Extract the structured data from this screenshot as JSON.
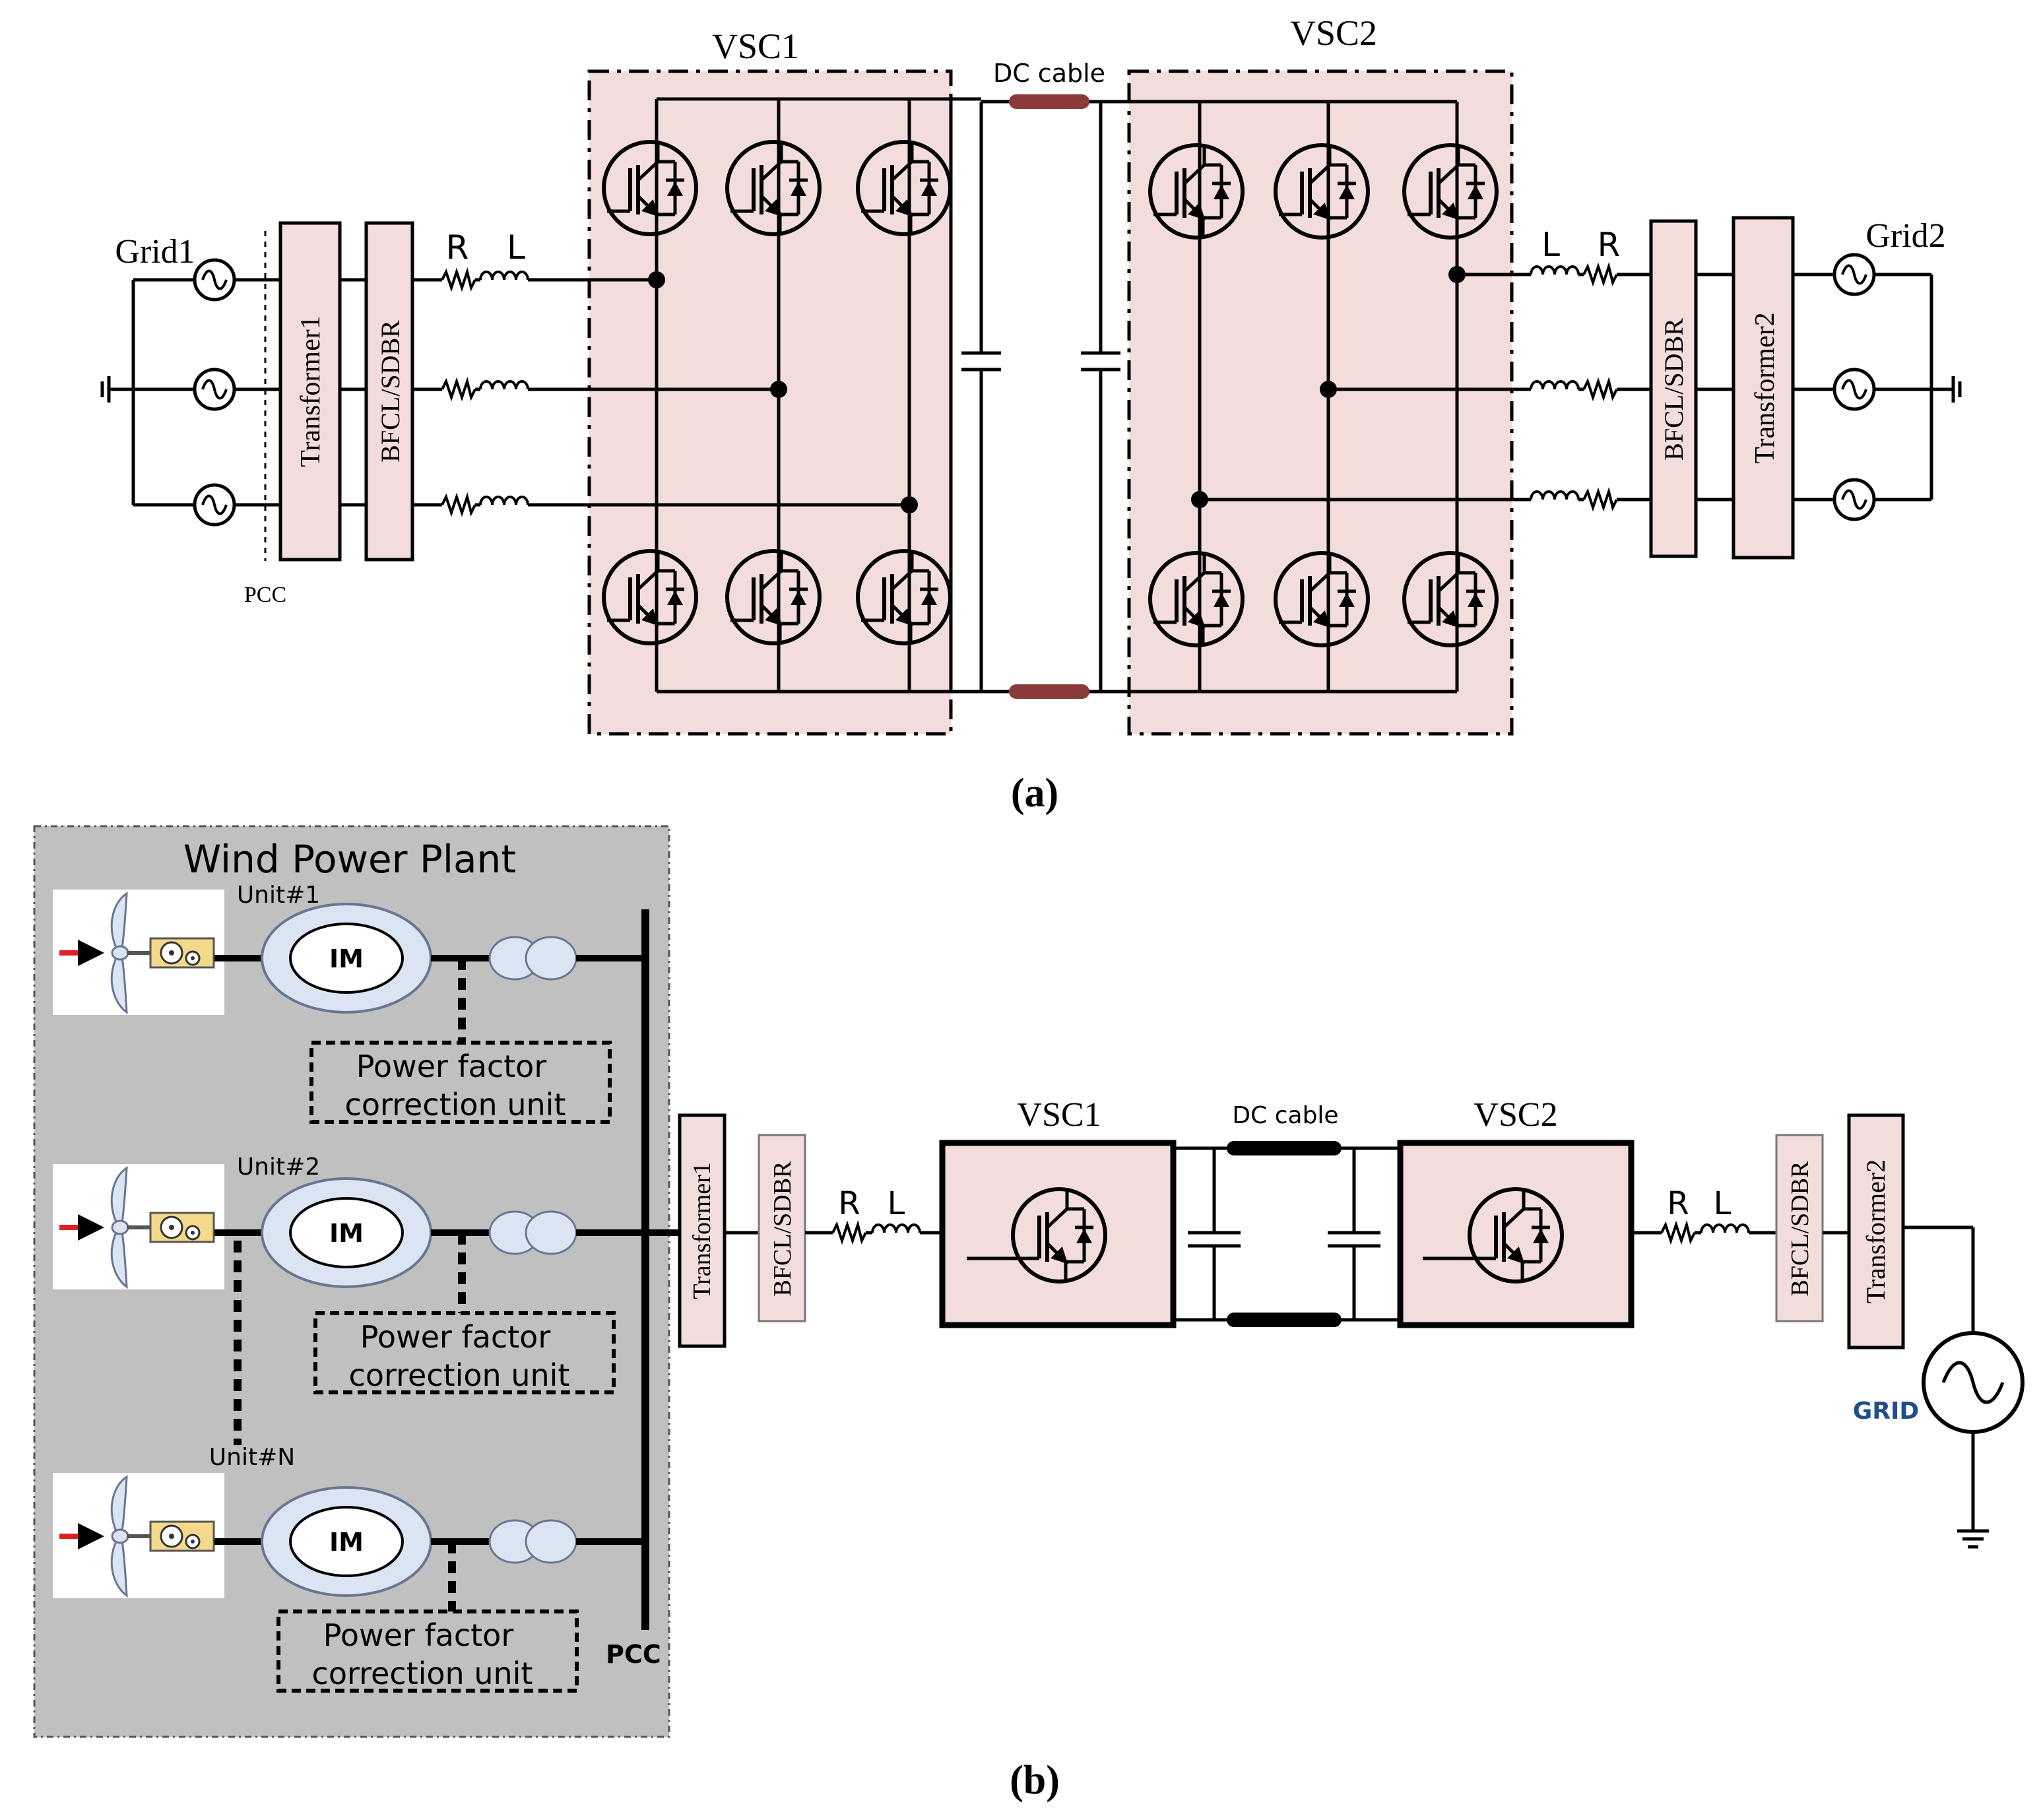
{
  "panel_a": {
    "vsc1_label": "VSC1",
    "vsc2_label": "VSC2",
    "dc_cable_label": "DC cable",
    "grid1_label": "Grid1",
    "grid2_label": "Grid2",
    "pcc_label": "PCC",
    "transformer1_label": "Transformer1",
    "transformer2_label": "Transformer2",
    "bfcl_label": "BFCL/SDBR",
    "r_label": "R",
    "l_label": "L",
    "caption": "(a)"
  },
  "panel_b": {
    "wind_plant_title": "Wind Power Plant",
    "units": [
      {
        "label": "Unit#1",
        "machine": "IM",
        "pfc_line1": "Power factor",
        "pfc_line2": "correction unit"
      },
      {
        "label": "Unit#2",
        "machine": "IM",
        "pfc_line1": "Power factor",
        "pfc_line2": "correction unit"
      },
      {
        "label": "Unit#N",
        "machine": "IM",
        "pfc_line1": "Power factor",
        "pfc_line2": "correction unit"
      }
    ],
    "pcc_label": "PCC",
    "transformer1_label": "Transformer1",
    "transformer2_label": "Transformer2",
    "bfcl_label": "BFCL/SDBR",
    "r_label": "R",
    "l_label": "L",
    "vsc1_label": "VSC1",
    "vsc2_label": "VSC2",
    "dc_cable_label": "DC cable",
    "grid_label": "GRID",
    "caption": "(b)"
  },
  "colors": {
    "box_fill": "#f2dcdc",
    "plant_background": "#c0c0c0",
    "dc_cable_a": "#8a3a3a",
    "grid_label": "#1f4e8c",
    "wind_arrow": "#e02020"
  }
}
